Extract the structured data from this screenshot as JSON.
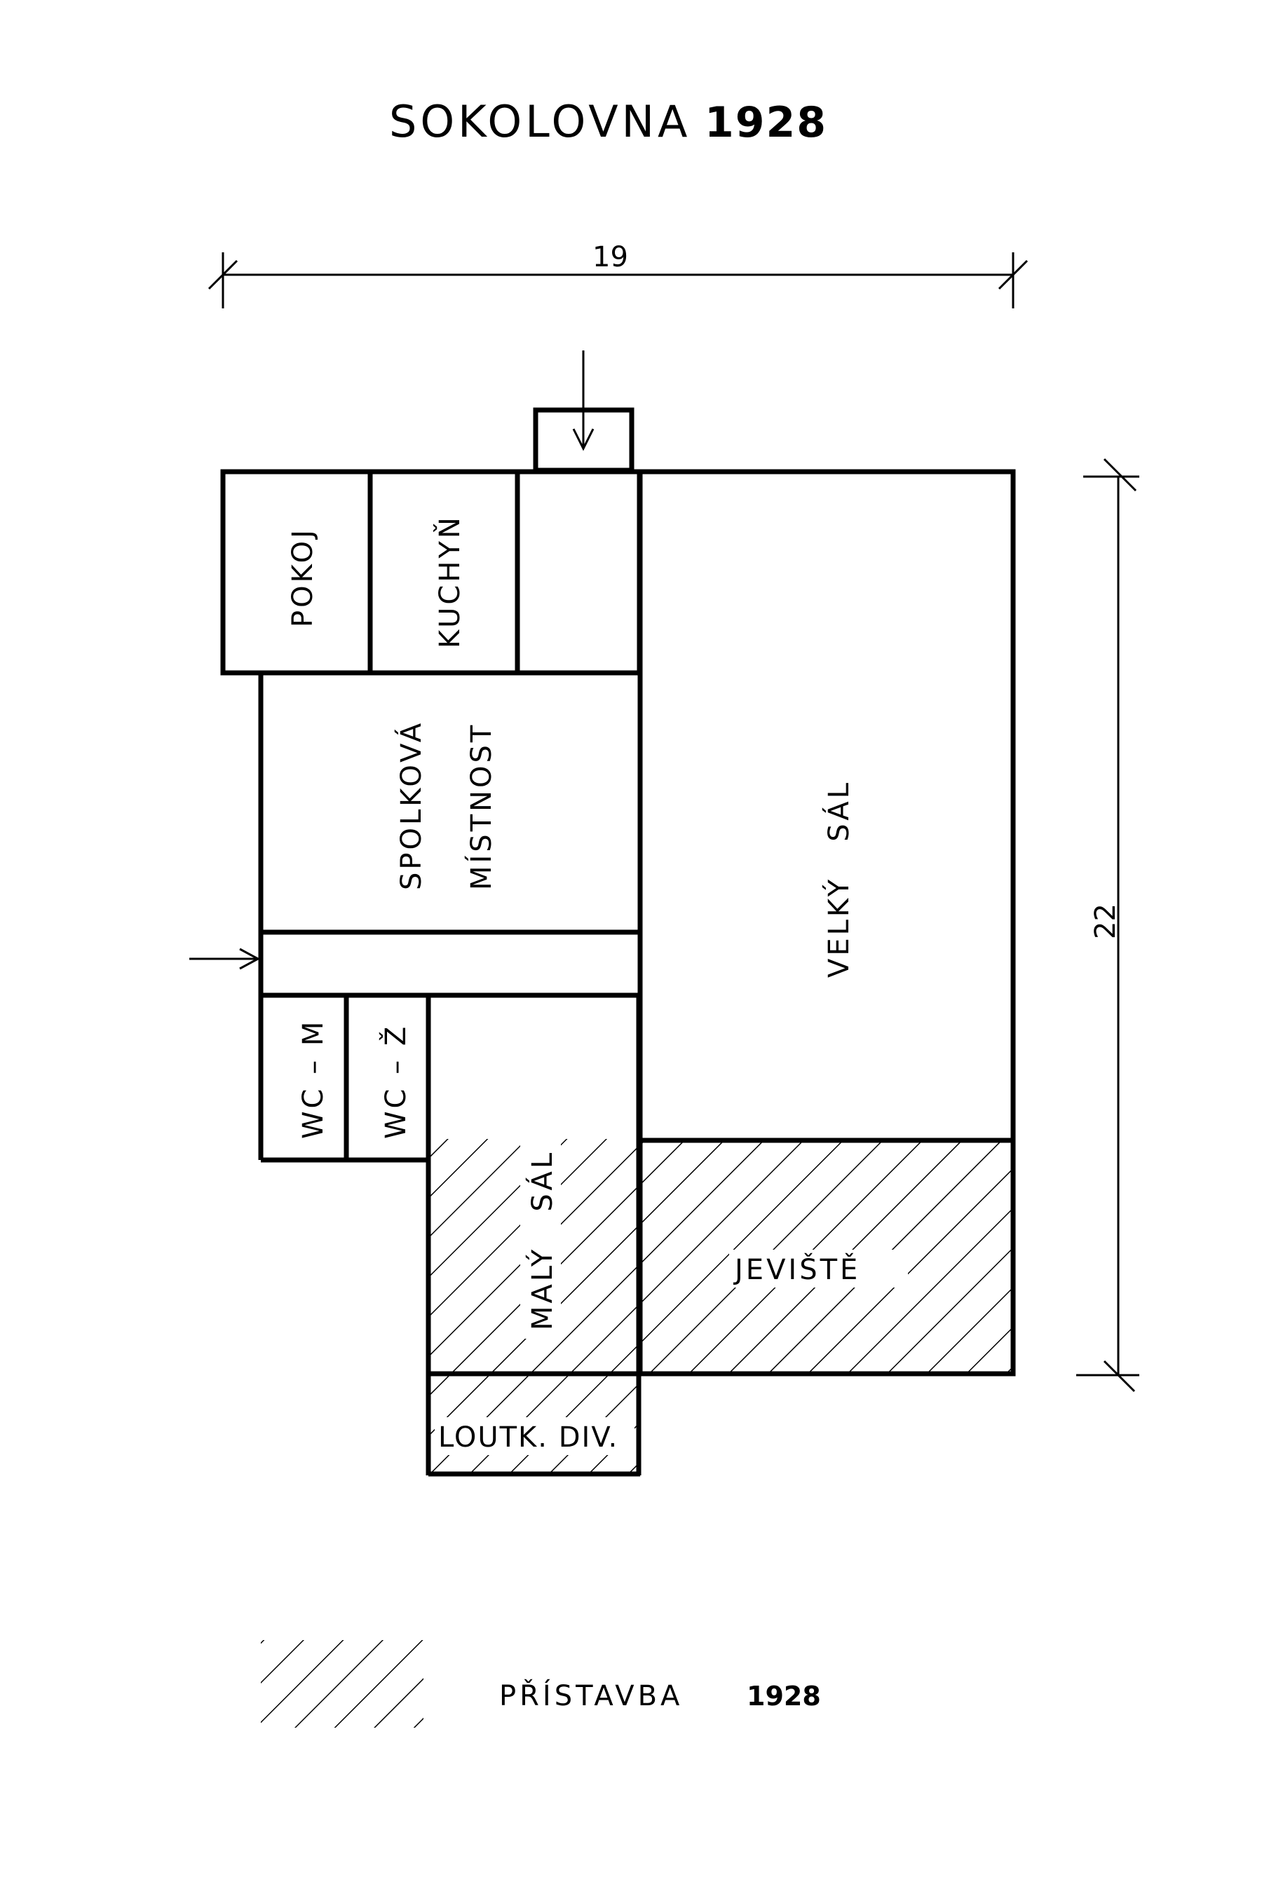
{
  "title": {
    "name": "SOKOLOVNA",
    "year": "1928"
  },
  "dimensions": {
    "width": "19",
    "depth": "22"
  },
  "rooms": {
    "pokoj": "POKOJ",
    "kuchyn": "KUCHYŇ",
    "spolkova": "SPOLKOVÁ",
    "mistnost": "MÍSTNOST",
    "velky_sal": "VELKÝ   SÁL",
    "wc_m": "WC – M",
    "wc_z": "WC – Ž",
    "maly_sal": "MALÝ   SÁL",
    "jeviste": "JEVIŠTĚ",
    "loutk_div": "LOUTK. DIV."
  },
  "legend": {
    "label": "PŘÍSTAVBA",
    "year": "1928"
  }
}
